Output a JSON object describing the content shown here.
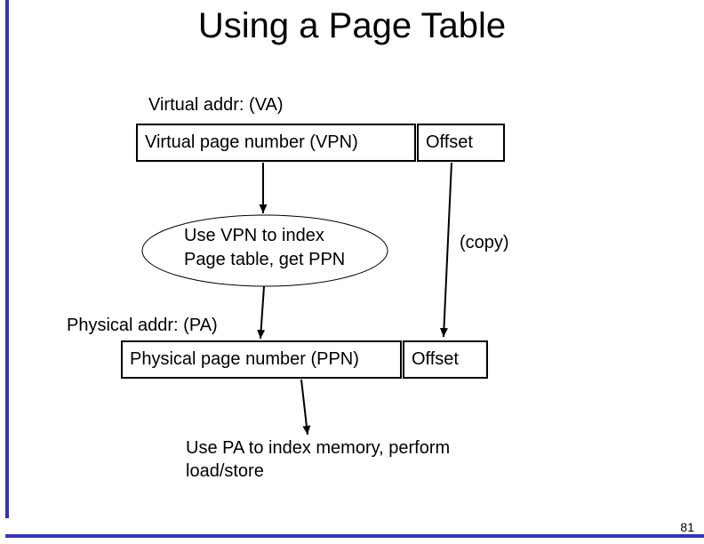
{
  "slide": {
    "title": "Using a Page Table",
    "page_number": "81",
    "accent_color": "#3333B2",
    "line_color": "#000000",
    "background_color": "#ffffff"
  },
  "virtual_address": {
    "label": "Virtual addr: (VA)",
    "vpn_label": "Virtual page number (VPN)",
    "offset_label": "Offset"
  },
  "page_table_step": {
    "line1": "Use VPN to index",
    "line2": "Page table, get PPN",
    "copy_label": "(copy)"
  },
  "physical_address": {
    "label": "Physical addr: (PA)",
    "ppn_label": "Physical page number (PPN)",
    "offset_label": "Offset"
  },
  "memory_step": {
    "line1": "Use PA to index memory, perform",
    "line2": "load/store"
  }
}
